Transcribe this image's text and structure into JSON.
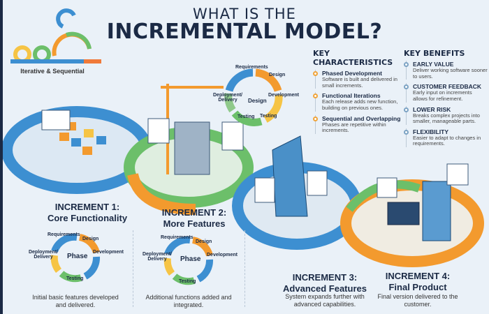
{
  "title": {
    "line1": "WHAT IS THE",
    "line2": "INCREMENTAL MODEL?"
  },
  "logo": {
    "caption": "Iterative & Sequential"
  },
  "central_cycle": {
    "labels": [
      "Requirements",
      "Design",
      "Development",
      "Testing",
      "Testing",
      "Deployment/ Delivery"
    ],
    "center": "Design"
  },
  "characteristics": {
    "heading": "KEY CHARACTERISTICS",
    "items": [
      {
        "title": "Phased Development",
        "text": "Software is built and delivered in small increments."
      },
      {
        "title": "Functional Iterations",
        "text": "Each release adds new function, building on previous ones."
      },
      {
        "title": "Sequential and Overlapping",
        "text": "Phases are repetitive within increments."
      }
    ]
  },
  "benefits": {
    "heading": "KEY BENEFITS",
    "items": [
      {
        "title": "EARLY VALUE",
        "text": "Deliver working software sooner to users."
      },
      {
        "title": "CUSTOMER FEEDBACK",
        "text": "Early input on increments allows for refinement."
      },
      {
        "title": "LOWER RISK",
        "text": "Breaks complex projects into smaller, manageable parts."
      },
      {
        "title": "FLEXIBILITY",
        "text": "Easier to adapt to changes in requirements."
      }
    ]
  },
  "increments": [
    {
      "title": "INCREMENT 1:",
      "subtitle": "Core Functionality",
      "text": "Initial basic features developed and delivered."
    },
    {
      "title": "INCREMENT 2:",
      "subtitle": "More Features",
      "text": "Additional functions added and integrated."
    },
    {
      "title": "INCREMENT 3:",
      "subtitle": "Advanced Features",
      "text": "System expands further with advanced capabilities."
    },
    {
      "title": "INCREMENT 4:",
      "subtitle": "Final Product",
      "text": "Final version delivered to the customer."
    }
  ],
  "mini_cycle": {
    "labels": {
      "req": "Requirements",
      "design": "Design",
      "dev": "Development",
      "test": "Testing",
      "deploy": "Deployment/ Delivery"
    },
    "center": "Phase"
  },
  "colors": {
    "navy": "#1b2a45",
    "blue": "#3d8fd1",
    "orange": "#f39a2e",
    "green": "#6cbf6a",
    "yellow": "#f6c445"
  }
}
